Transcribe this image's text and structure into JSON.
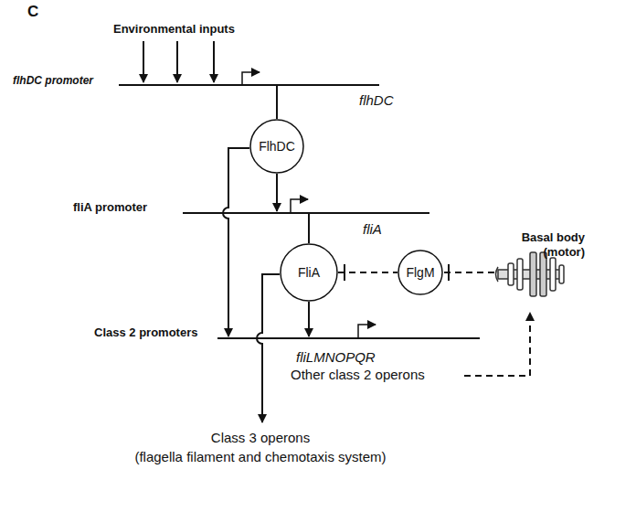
{
  "diagram": {
    "nodes": [
      {
        "text": [
          "FlhDC"
        ]
      },
      {
        "text": [
          "FliA"
        ]
      },
      {
        "text": [
          "FlgM"
        ]
      }
    ],
    "edges": [
      {
        "from": 1,
        "to": 2,
        "arrow": "none"
      }
    ],
    "labels": [
      "C",
      "Environmental inputs",
      "flhDC promoter",
      "flhDC",
      "fliA promoter",
      "fliA",
      "Basal body (motor)",
      "Class 2 promoters",
      "fliLMNOPQR",
      "Other class 2 operons",
      "Class 3 operons",
      "(flagella filament and chemotaxis system)"
    ]
  }
}
